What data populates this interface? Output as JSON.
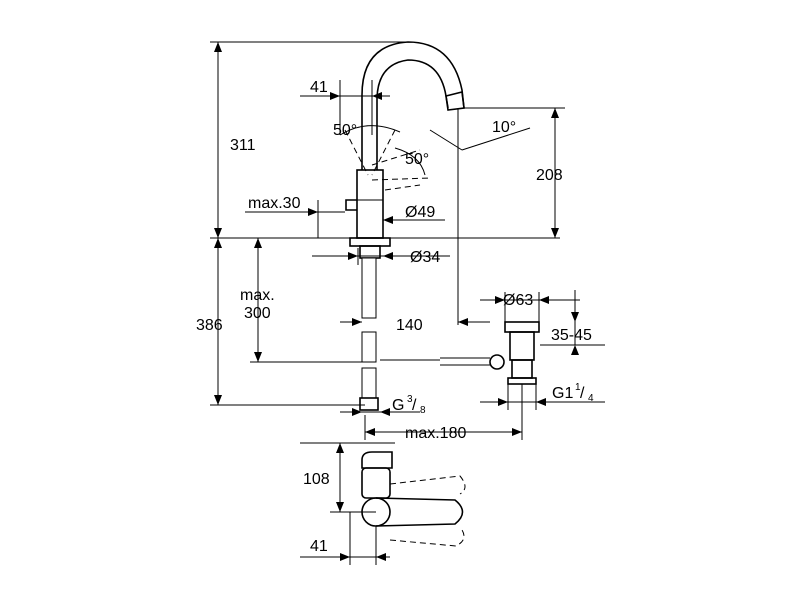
{
  "dimensions": {
    "total_height": "311",
    "below_deck": "386",
    "spout_height": "208",
    "lever_offset": "41",
    "angle_left": "50°",
    "angle_right": "50°",
    "spout_angle": "10°",
    "max_thickness": "max.30",
    "body_diameter": "Ø49",
    "hole_diameter": "Ø34",
    "max_300_line1": "max.",
    "max_300_line2": "300",
    "reach": "140",
    "drain_diameter": "Ø63",
    "drain_range": "35-45",
    "drain_thread_main": "G1",
    "drain_thread_num": "1",
    "drain_thread_den": "4",
    "supply_thread_main": "G",
    "supply_thread_num": "3",
    "supply_thread_den": "8",
    "max_180": "max.180",
    "lever_height": "108",
    "lever_depth": "41"
  }
}
